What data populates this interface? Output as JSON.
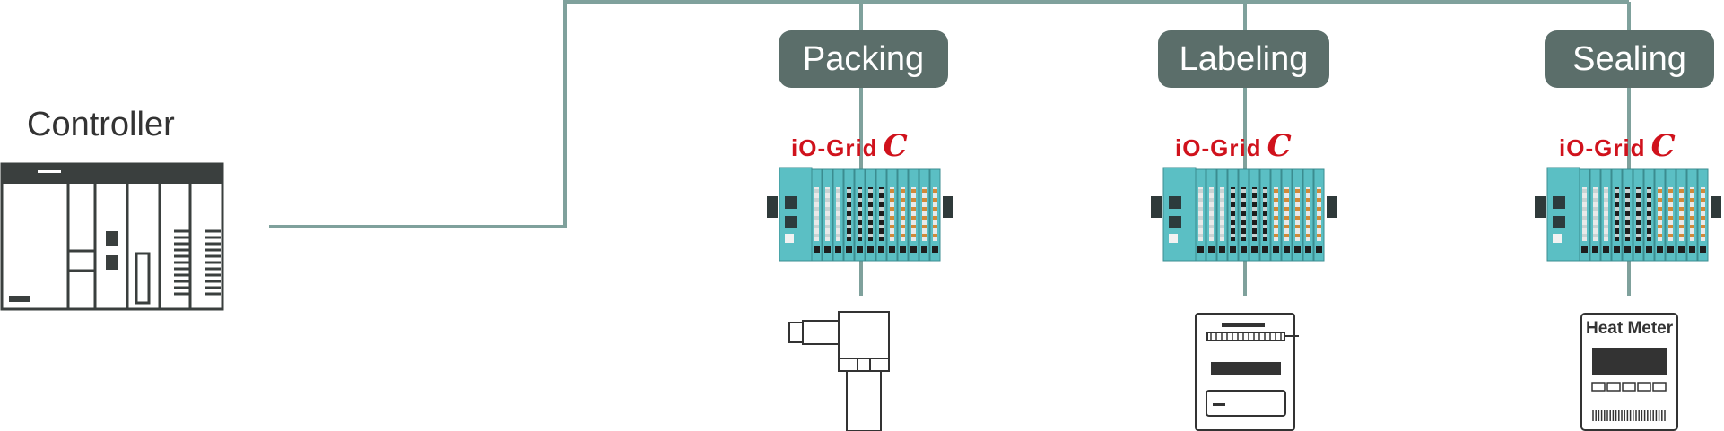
{
  "controller": {
    "label": "Controller"
  },
  "stations": [
    {
      "label": "Packing",
      "brand": "iO-Grid",
      "brand_mark": "C",
      "device": "valve-icon"
    },
    {
      "label": "Labeling",
      "brand": "iO-Grid",
      "brand_mark": "C",
      "device": "label-printer-icon"
    },
    {
      "label": "Sealing",
      "brand": "iO-Grid",
      "brand_mark": "C",
      "device": "heat-meter-icon"
    }
  ],
  "heat_meter": {
    "title": "Heat Meter"
  },
  "colors": {
    "line": "#7fa19c",
    "pill": "#5b6e6a",
    "brand": "#d0121c",
    "module_body": "#5bbfc4",
    "device_stroke": "#333333"
  }
}
